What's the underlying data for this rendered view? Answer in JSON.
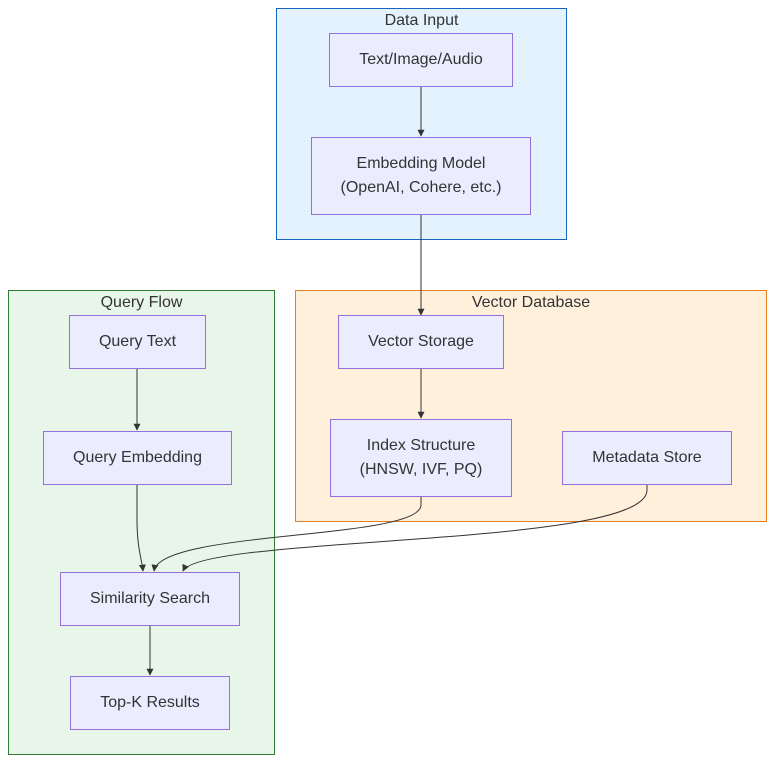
{
  "clusters": {
    "data_input": {
      "title": "Data Input",
      "fill": "#E3F2FD",
      "stroke": "#1565C0"
    },
    "vector_database": {
      "title": "Vector Database",
      "fill": "#FFF0DC",
      "stroke": "#E67E22"
    },
    "query_flow": {
      "title": "Query Flow",
      "fill": "#E8F5E9",
      "stroke": "#2E7D32"
    }
  },
  "nodes": {
    "text_image_audio": {
      "label": "Text/Image/Audio"
    },
    "embedding_model": {
      "line1": "Embedding Model",
      "line2": "(OpenAI, Cohere, etc.)"
    },
    "vector_storage": {
      "label": "Vector Storage"
    },
    "index_structure": {
      "line1": "Index Structure",
      "line2": "(HNSW, IVF, PQ)"
    },
    "metadata_store": {
      "label": "Metadata Store"
    },
    "query_text": {
      "label": "Query Text"
    },
    "query_embedding": {
      "label": "Query Embedding"
    },
    "similarity_search": {
      "label": "Similarity Search"
    },
    "top_k_results": {
      "label": "Top-K Results"
    }
  },
  "edges": [
    {
      "from": "Text/Image/Audio",
      "to": "Embedding Model"
    },
    {
      "from": "Embedding Model",
      "to": "Vector Storage"
    },
    {
      "from": "Vector Storage",
      "to": "Index Structure"
    },
    {
      "from": "Query Text",
      "to": "Query Embedding"
    },
    {
      "from": "Query Embedding",
      "to": "Similarity Search"
    },
    {
      "from": "Index Structure",
      "to": "Similarity Search"
    },
    {
      "from": "Metadata Store",
      "to": "Similarity Search"
    },
    {
      "from": "Similarity Search",
      "to": "Top-K Results"
    }
  ],
  "colors": {
    "node_fill": "#ECECFF",
    "node_stroke": "#9370DB",
    "edge": "#333333"
  }
}
